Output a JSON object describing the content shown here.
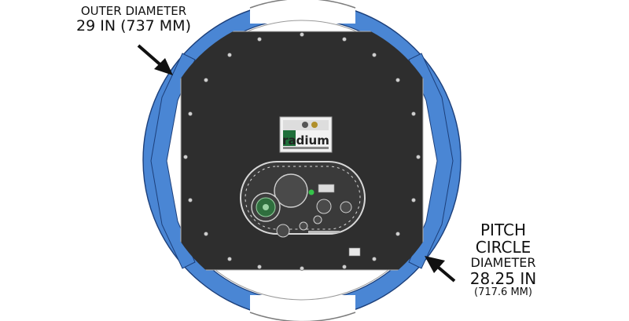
{
  "callouts": {
    "outer": {
      "line1": "OUTER DIAMETER",
      "line2": "29 IN (737 MM)"
    },
    "pitch": {
      "line1": "PITCH",
      "line2": "CIRCLE",
      "line3": "DIAMETER",
      "line4": "28.25 IN",
      "line5": "(717.6 MM)"
    }
  },
  "plate": {
    "logo_text": "radium"
  },
  "colors": {
    "ring_blue": "#4a86d4",
    "ring_edge": "#1c3f7a",
    "plate": "#2e2e2e",
    "outline": "#9a9a9a"
  }
}
